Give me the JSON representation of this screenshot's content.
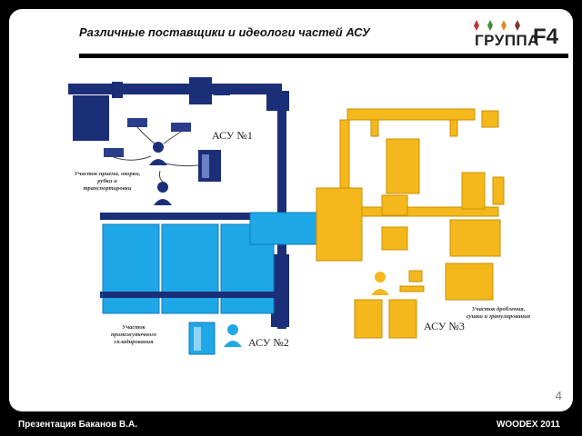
{
  "slide": {
    "title": "Различные поставщики и идеологи частей АСУ",
    "page_number": "4"
  },
  "logo": {
    "word": "ГРУППА",
    "mark": "F4",
    "leaf_colors": [
      "#c0392b",
      "#3c8f3c",
      "#e08a2a",
      "#7a3b2a"
    ]
  },
  "diagram": {
    "asu1": "АСУ №1",
    "asu2": "АСУ №2",
    "asu3": "АСУ №3",
    "zone_receiving": [
      "Участок приема, окорки,",
      "рубки и",
      "транспортировки"
    ],
    "zone_storage": [
      "Участок",
      "промежуточного",
      "складирования"
    ],
    "zone_crushing": [
      "Участок дробления,",
      "сушки и гранулирования"
    ],
    "colors": {
      "navy": "#1b2e78",
      "blue": "#1ea8e8",
      "yellow": "#f5b81c"
    }
  },
  "footer": {
    "left": "Презентация Баканов В.А.",
    "right": "WOODEX 2011"
  }
}
